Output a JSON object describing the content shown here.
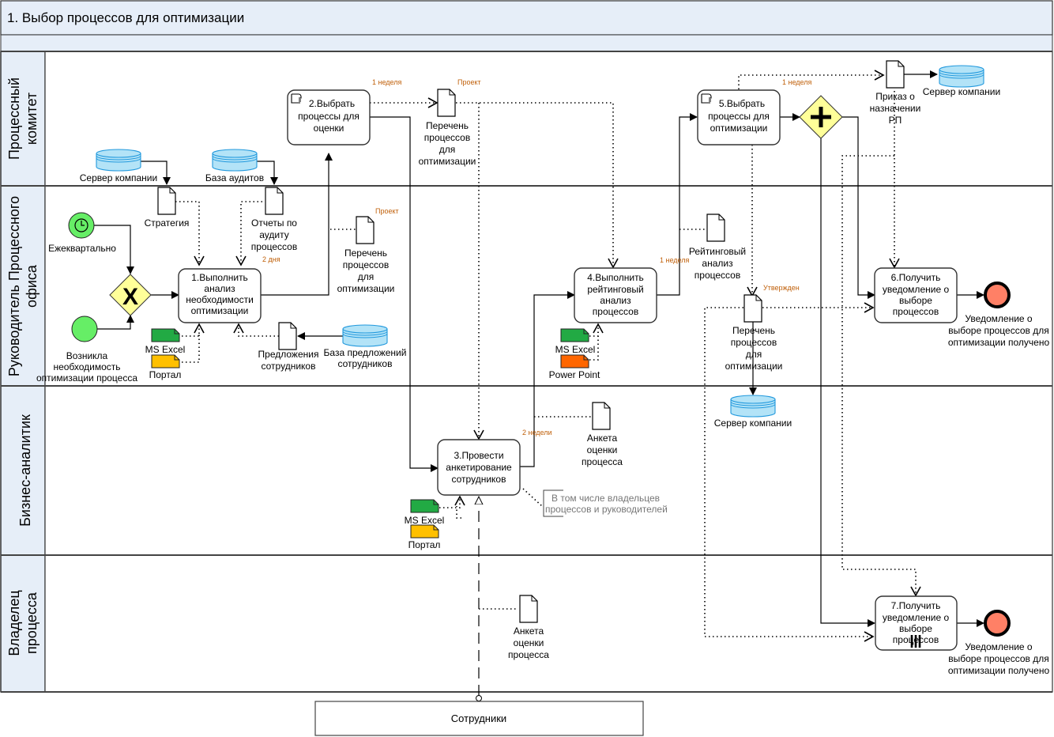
{
  "diagram": {
    "title": "1. Выбор процессов для оптимизации",
    "lanes": [
      {
        "id": "committee",
        "label_lines": [
          "Процессный",
          "комитет"
        ]
      },
      {
        "id": "office_head",
        "label_lines": [
          "Руководитель Процессного",
          "офиса"
        ]
      },
      {
        "id": "analyst",
        "label_lines": [
          "Бизнес-аналитик"
        ]
      },
      {
        "id": "owner",
        "label_lines": [
          "Владелец",
          "процесса"
        ]
      }
    ],
    "events": {
      "start_timer": {
        "label_lines": [
          "Ежеквартально"
        ],
        "type": "timer-start"
      },
      "start_plain": {
        "label_lines": [
          "Возникла",
          "необходимость",
          "оптимизации процесса"
        ],
        "type": "start"
      },
      "end_6": {
        "label_lines": [
          "Уведомление о",
          "выборе процессов для",
          "оптимизации получено"
        ],
        "type": "end"
      },
      "end_7": {
        "label_lines": [
          "Уведомление о",
          "выборе процессов для",
          "оптимизации получено"
        ],
        "type": "end"
      }
    },
    "gateways": {
      "exclusive": {
        "symbol": "X",
        "type": "exclusive"
      },
      "parallel": {
        "symbol": "+",
        "type": "parallel"
      }
    },
    "tasks": {
      "t1": {
        "label_lines": [
          "1.Выполнить",
          "анализ",
          "необходимости",
          "оптимизации"
        ]
      },
      "t2": {
        "label_lines": [
          "2.Выбрать",
          "процессы для",
          "оценки"
        ],
        "icon": "manual-task-icon"
      },
      "t3": {
        "label_lines": [
          "3.Провести",
          "анкетирование",
          "сотрудников"
        ]
      },
      "t4": {
        "label_lines": [
          "4.Выполнить",
          "рейтинговый",
          "анализ",
          "процессов"
        ]
      },
      "t5": {
        "label_lines": [
          "5.Выбрать",
          "процессы для",
          "оптимизации"
        ],
        "icon": "manual-task-icon"
      },
      "t6": {
        "label_lines": [
          "6.Получить",
          "уведомление о",
          "выборе",
          "процессов"
        ]
      },
      "t7": {
        "label_lines": [
          "7.Получить",
          "уведомление о",
          "выборе",
          "процессов"
        ],
        "marker": "parallel-multi-instance"
      }
    },
    "data_stores": {
      "ds_server1": {
        "label_lines": [
          "Сервер компании"
        ]
      },
      "ds_audits": {
        "label_lines": [
          "База аудитов"
        ]
      },
      "ds_proposals": {
        "label_lines": [
          "База предложений",
          "сотрудников"
        ]
      },
      "ds_server2": {
        "label_lines": [
          "Сервер компании"
        ]
      },
      "ds_server3": {
        "label_lines": [
          "Сервер компании"
        ]
      }
    },
    "documents": {
      "d_strategy": {
        "label_lines": [
          "Стратегия"
        ]
      },
      "d_audit_reports": {
        "label_lines": [
          "Отчеты по",
          "аудиту",
          "процессов"
        ]
      },
      "d_list_project_a": {
        "label_lines": [
          "Перечень",
          "процессов",
          "для",
          "оптимизации"
        ]
      },
      "d_list_project_b": {
        "label_lines": [
          "Перечень",
          "процессов",
          "для",
          "оптимизации"
        ]
      },
      "d_proposals": {
        "label_lines": [
          "Предложения",
          "сотрудников"
        ]
      },
      "d_rating": {
        "label_lines": [
          "Рейтинговый",
          "анализ",
          "процессов"
        ]
      },
      "d_list_approved": {
        "label_lines": [
          "Перечень",
          "процессов",
          "для",
          "оптимизации"
        ]
      },
      "d_order": {
        "label_lines": [
          "Приказ о",
          "назначении",
          "РП"
        ]
      },
      "d_survey_a": {
        "label_lines": [
          "Анкета",
          "оценки",
          "процесса"
        ]
      },
      "d_survey_b": {
        "label_lines": [
          "Анкета",
          "оценки",
          "процесса"
        ]
      }
    },
    "systems": {
      "s_excel_1": {
        "label": "MS Excel",
        "color": "#22aa44"
      },
      "s_portal_1": {
        "label": "Портал",
        "color": "#ffc000"
      },
      "s_excel_4": {
        "label": "MS Excel",
        "color": "#22aa44"
      },
      "s_ppt_4": {
        "label": "Power Point",
        "color": "#ff6600"
      },
      "s_excel_3": {
        "label": "MS Excel",
        "color": "#22aa44"
      },
      "s_portal_3": {
        "label": "Портал",
        "color": "#ffc000"
      }
    },
    "annotations": {
      "a_week_1": "1 неделя",
      "a_project_1": "Проект",
      "a_project_2": "Проект",
      "a_2days": "2 дня",
      "a_week_4": "1  неделя",
      "a_approved": "Утвержден",
      "a_week_5": "1 неделя",
      "a_2weeks": "2 недели"
    },
    "comment": {
      "label_lines": [
        "В том числе владельцев",
        "процессов и руководителей"
      ]
    },
    "external_pool": {
      "label": "Сотрудники"
    },
    "colors": {
      "header_fill": "#e6eef8",
      "start_event": "#66ee66",
      "end_event": "#ff8066",
      "gateway": "#ffff99",
      "data_store": "#b3e3f7",
      "data_store_stroke": "#2299dd",
      "annotation_text": "#c0600a"
    }
  }
}
